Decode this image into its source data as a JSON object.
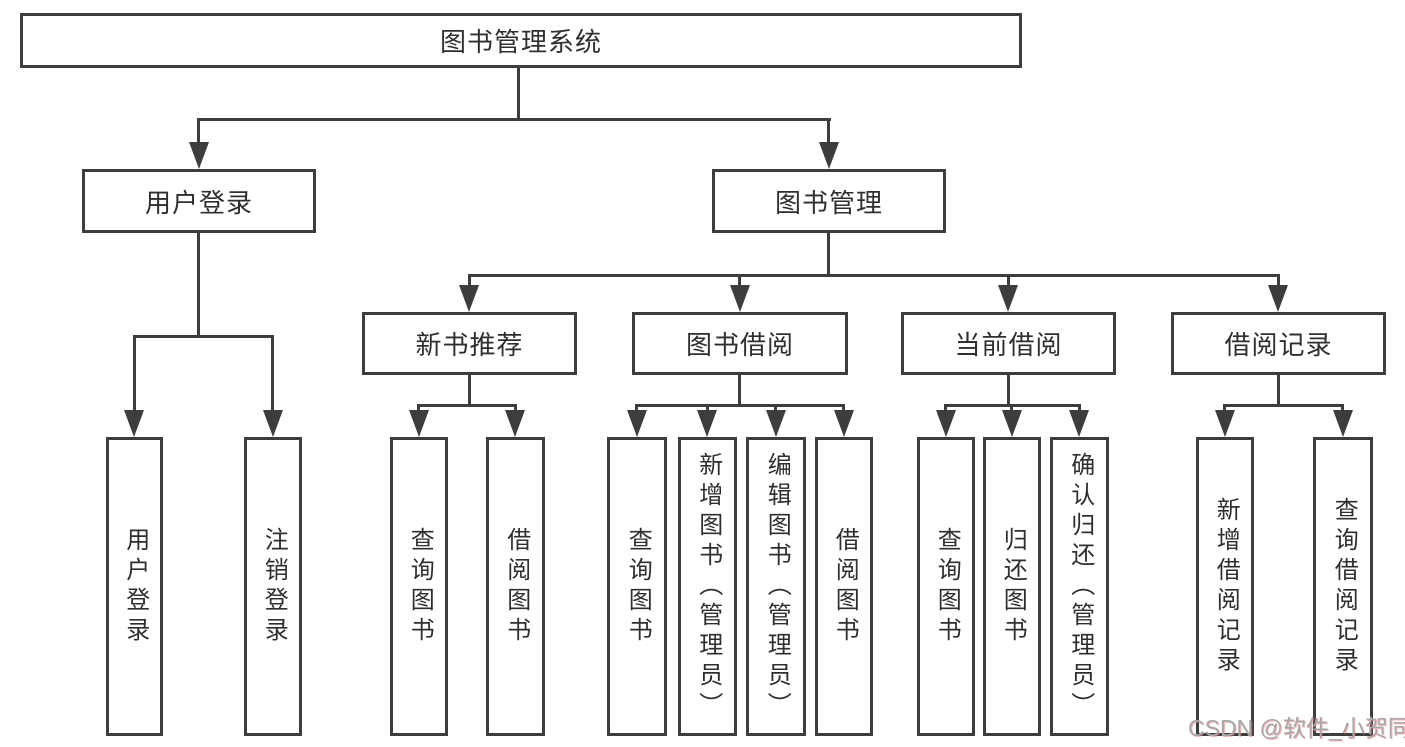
{
  "diagram": {
    "title": "图书管理系统",
    "level2": {
      "user_login": "用户登录",
      "book_mgmt": "图书管理"
    },
    "level3": {
      "new_books": "新书推荐",
      "borrowing": "图书借阅",
      "current": "当前借阅",
      "records": "借阅记录"
    },
    "leaves": {
      "user_login": [
        "用户登录",
        "注销登录"
      ],
      "new_books": [
        "查询图书",
        "借阅图书"
      ],
      "borrowing": [
        "查询图书",
        "新增图书（管理员）",
        "编辑图书（管理员）",
        "借阅图书"
      ],
      "current": [
        "查询图书",
        "归还图书",
        "确认归还（管理员）"
      ],
      "records": [
        "新增借阅记录",
        "查询借阅记录"
      ]
    },
    "watermark": "CSDN @软件_小贺同学",
    "colors": {
      "line": "#3d3d3d",
      "text": "#2f2f2f",
      "watermark_gray": "#a8a8a8",
      "watermark_red_fringe": "#e67878",
      "background": "#ffffff"
    }
  }
}
